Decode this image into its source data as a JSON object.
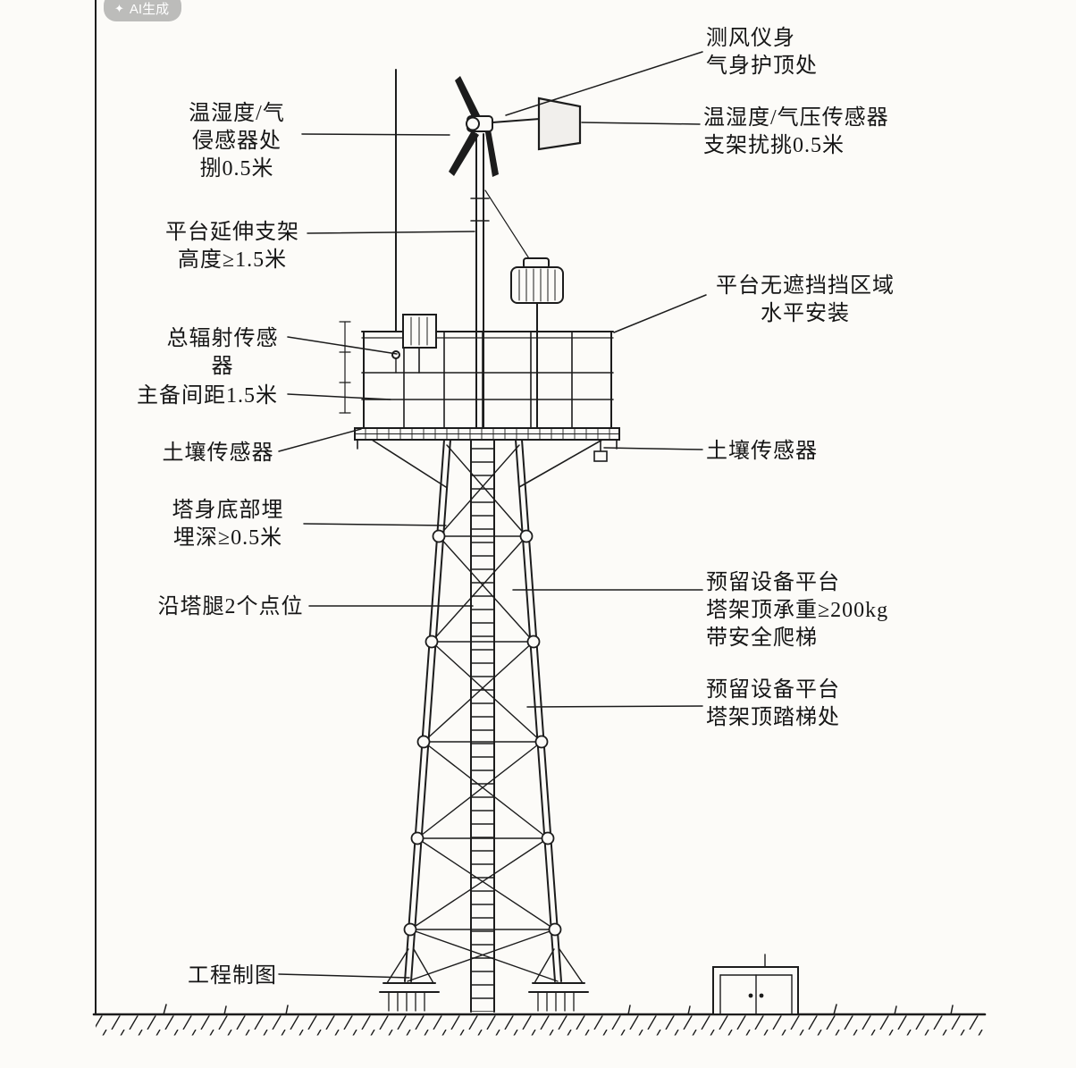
{
  "watermark": {
    "icon": "✦",
    "text": "AI生成"
  },
  "labels": {
    "left": [
      {
        "lines": [
          "温湿度/气",
          "侵感器处",
          "捌0.5米"
        ]
      },
      {
        "lines": [
          "平台延伸支架",
          "高度≥1.5米"
        ]
      },
      {
        "lines": [
          "总辐射传感器"
        ]
      },
      {
        "lines": [
          "主备间距1.5米"
        ]
      },
      {
        "lines": [
          "土壤传感器"
        ]
      },
      {
        "lines": [
          "塔身底部埋",
          "埋深≥0.5米"
        ]
      },
      {
        "lines": [
          "沿塔腿2个点位"
        ]
      },
      {
        "lines": [
          "工程制图"
        ]
      }
    ],
    "right": [
      {
        "lines": [
          "测风仪身",
          "气身护顶处"
        ]
      },
      {
        "lines": [
          "温湿度/气压传感器",
          "支架扰挑0.5米"
        ]
      },
      {
        "lines": [
          "平台无遮挡挡区域",
          "水平安装"
        ]
      },
      {
        "lines": [
          "土壤传感器"
        ]
      },
      {
        "lines": [
          "预留设备平台",
          "塔架顶承重≥200kg",
          "带安全爬梯"
        ]
      },
      {
        "lines": [
          "预留设备平台",
          "塔架顶踏梯处"
        ]
      }
    ]
  },
  "colors": {
    "ink": "#1c1c1c",
    "paper": "#fcfbf8"
  }
}
